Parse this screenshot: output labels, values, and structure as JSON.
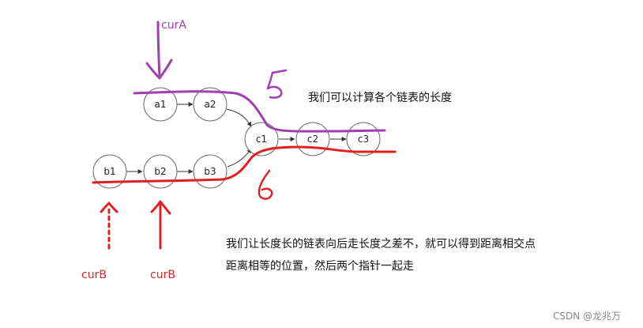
{
  "nodes": {
    "a1": "a1",
    "a2": "a2",
    "b1": "b1",
    "b2": "b2",
    "b3": "b3",
    "c1": "c1",
    "c2": "c2",
    "c3": "c3"
  },
  "pointers": {
    "cur_a": "curA",
    "cur_b_dashed": "curB",
    "cur_b_solid": "curB"
  },
  "annotations": {
    "length_a": "5",
    "length_b": "6",
    "note_length": "我们可以计算各个链表的长度",
    "note_explain_line1": "我们让长度长的链表向后走长度之差不，就可以得到距离相交点",
    "note_explain_line2": "距离相等的位置，然后两个指针一起走"
  },
  "watermark": "CSDN @龙兆万",
  "colors": {
    "list_a_highlight": "#a040b0",
    "list_b_highlight": "#e02020",
    "node_stroke": "#666666"
  }
}
